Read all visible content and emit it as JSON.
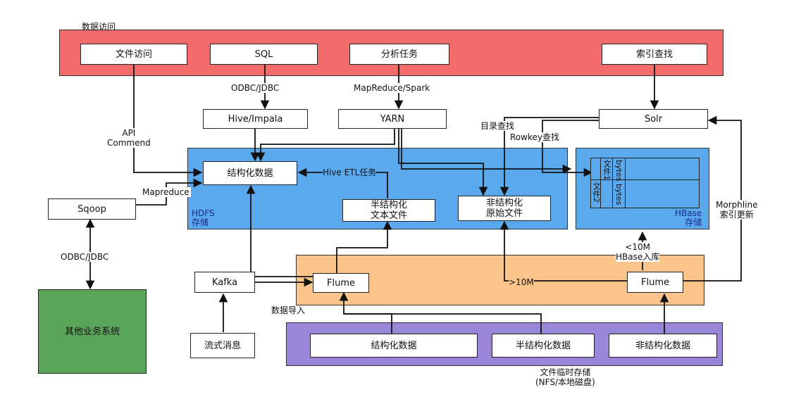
{
  "colors": {
    "data_access": "#f36b6b",
    "hdfs": "#5aa9ec",
    "hbase": "#5aa9ec",
    "import": "#fbc48a",
    "temp": "#9a86d8",
    "other_system": "#5ba55b"
  },
  "regions": {
    "data_access": "数据访问",
    "hdfs": "HDFS\n存储",
    "hbase": "HBase\n存储",
    "import": "数据导入",
    "temp": "文件临时存储\n(NFS/本地磁盘)"
  },
  "boxes": {
    "file_access": "文件访问",
    "sql": "SQL",
    "analysis_task": "分析任务",
    "index_search": "索引查找",
    "hive_impala": "Hive/Impala",
    "yarn": "YARN",
    "solr": "Solr",
    "structured_data": "结构化数据",
    "semi_structured_text": "半结构化\n文本文件",
    "unstructured_raw": "非结构化\n原始文件",
    "sqoop": "Sqoop",
    "other_systems": "其他业务系统",
    "kafka": "Kafka",
    "flume_left": "Flume",
    "flume_right": "Flume",
    "stream_msg": "流式消息",
    "tmp_structured": "结构化数据",
    "tmp_semi": "半结构化数据",
    "tmp_unstructured": "非结构化数据"
  },
  "hbase_table": {
    "col_file1": "文件1",
    "col_file2": "文件2",
    "bytes1": "bytes",
    "bytes2": "bytes"
  },
  "edge_labels": {
    "odbc_top": "ODBC/JDBC",
    "mapreduce_spark": "MapReduce/Spark",
    "api_commend": "API\nCommend",
    "mapreduce": "Mapreduce",
    "odbc_side": "ODBC/JDBC",
    "hive_etl": "Hive ETL任务",
    "dir_lookup": "目录查找",
    "rowkey_lookup": "Rowkey查找",
    "morphline": "Morphline\n索引更新",
    "lt10m": "<10M\nHBase入库",
    "gt10m": ">10M"
  }
}
